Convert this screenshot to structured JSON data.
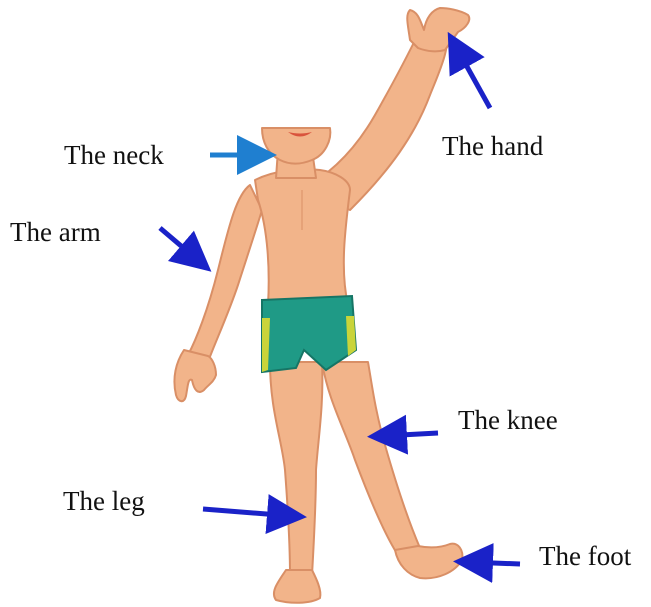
{
  "labels": {
    "neck": "The neck",
    "hand": "The hand",
    "arm": "The arm",
    "knee": "The knee",
    "leg": "The leg",
    "foot": "The foot"
  },
  "colors": {
    "skin": "#f2b48a",
    "skin_shadow": "#d98f66",
    "shorts": "#1f9a86",
    "shorts_stripe": "#c9d43a",
    "hair": "#f5d36b",
    "lips": "#d9543d",
    "arrow_neck": "#1f7fd0",
    "arrow": "#1a22c8"
  }
}
